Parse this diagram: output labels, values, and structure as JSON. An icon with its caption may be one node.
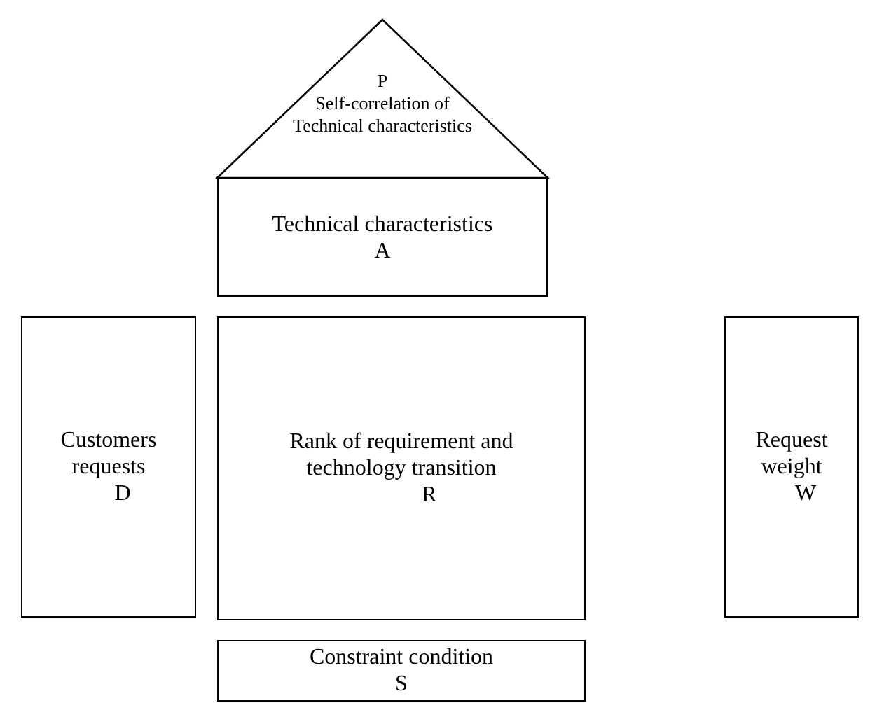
{
  "diagram": {
    "nodes": [
      {
        "text": [
          "P",
          "Self-correlation of Technical characteristics"
        ]
      },
      {
        "text": [
          "Technical characteristics",
          "A"
        ]
      },
      {
        "text": [
          "Customers requests",
          "D"
        ]
      },
      {
        "text": [
          "Rank of requirement and technology transition",
          "R"
        ]
      },
      {
        "text": [
          "Request weight",
          "W"
        ]
      },
      {
        "text": [
          "Constraint condition",
          "S"
        ]
      }
    ]
  }
}
